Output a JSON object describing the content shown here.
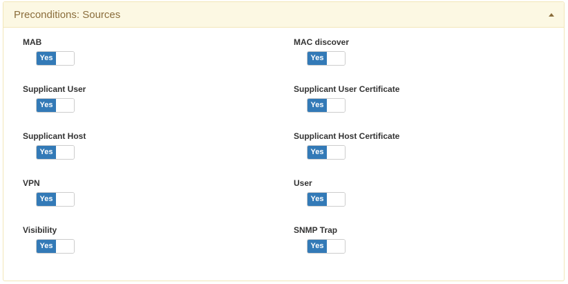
{
  "panel": {
    "title": "Preconditions: Sources",
    "collapse_icon": "caret-up-icon"
  },
  "colors": {
    "header_bg": "#fcf8e3",
    "header_text": "#8a6d3b",
    "switch_on": "#337ab7"
  },
  "toggles": [
    {
      "label": "MAB",
      "state": "Yes"
    },
    {
      "label": "MAC discover",
      "state": "Yes"
    },
    {
      "label": "Supplicant User",
      "state": "Yes"
    },
    {
      "label": "Supplicant User Certificate",
      "state": "Yes"
    },
    {
      "label": "Supplicant Host",
      "state": "Yes"
    },
    {
      "label": "Supplicant Host Certificate",
      "state": "Yes"
    },
    {
      "label": "VPN",
      "state": "Yes"
    },
    {
      "label": "User",
      "state": "Yes"
    },
    {
      "label": "Visibility",
      "state": "Yes"
    },
    {
      "label": "SNMP Trap",
      "state": "Yes"
    }
  ]
}
